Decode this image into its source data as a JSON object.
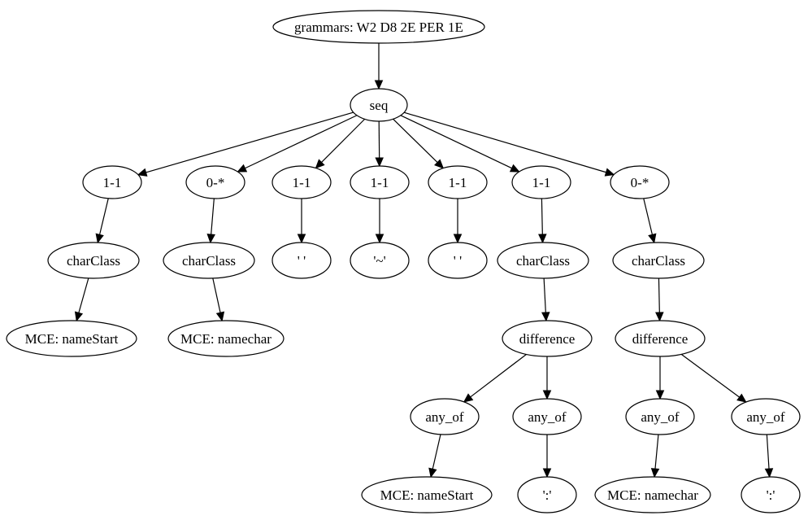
{
  "diagram": {
    "type": "tree",
    "nodes": [
      {
        "id": "root",
        "label": "grammars: W2 D8 2E PER 1E"
      },
      {
        "id": "seq",
        "label": "seq"
      },
      {
        "id": "q1",
        "label": "1-1"
      },
      {
        "id": "q2",
        "label": "0-*"
      },
      {
        "id": "q3",
        "label": "1-1"
      },
      {
        "id": "q4",
        "label": "1-1"
      },
      {
        "id": "q5",
        "label": "1-1"
      },
      {
        "id": "q6",
        "label": "1-1"
      },
      {
        "id": "q7",
        "label": "0-*"
      },
      {
        "id": "cc1",
        "label": "charClass"
      },
      {
        "id": "cc2",
        "label": "charClass"
      },
      {
        "id": "lit3",
        "label": "' '"
      },
      {
        "id": "lit4",
        "label": "'~'"
      },
      {
        "id": "lit5",
        "label": "' '"
      },
      {
        "id": "cc6",
        "label": "charClass"
      },
      {
        "id": "cc7",
        "label": "charClass"
      },
      {
        "id": "mce1",
        "label": "MCE: nameStart"
      },
      {
        "id": "mce2",
        "label": "MCE: namechar"
      },
      {
        "id": "diff6",
        "label": "difference"
      },
      {
        "id": "diff7",
        "label": "difference"
      },
      {
        "id": "any6a",
        "label": "any_of"
      },
      {
        "id": "any6b",
        "label": "any_of"
      },
      {
        "id": "any7a",
        "label": "any_of"
      },
      {
        "id": "any7b",
        "label": "any_of"
      },
      {
        "id": "mce6a",
        "label": "MCE: nameStart"
      },
      {
        "id": "lit6b",
        "label": "':'"
      },
      {
        "id": "mce7a",
        "label": "MCE: namechar"
      },
      {
        "id": "lit7b",
        "label": "':'"
      }
    ],
    "edges": [
      {
        "from": "root",
        "to": "seq"
      },
      {
        "from": "seq",
        "to": "q1"
      },
      {
        "from": "seq",
        "to": "q2"
      },
      {
        "from": "seq",
        "to": "q3"
      },
      {
        "from": "seq",
        "to": "q4"
      },
      {
        "from": "seq",
        "to": "q5"
      },
      {
        "from": "seq",
        "to": "q6"
      },
      {
        "from": "seq",
        "to": "q7"
      },
      {
        "from": "q1",
        "to": "cc1"
      },
      {
        "from": "q2",
        "to": "cc2"
      },
      {
        "from": "q3",
        "to": "lit3"
      },
      {
        "from": "q4",
        "to": "lit4"
      },
      {
        "from": "q5",
        "to": "lit5"
      },
      {
        "from": "q6",
        "to": "cc6"
      },
      {
        "from": "q7",
        "to": "cc7"
      },
      {
        "from": "cc1",
        "to": "mce1"
      },
      {
        "from": "cc2",
        "to": "mce2"
      },
      {
        "from": "cc6",
        "to": "diff6"
      },
      {
        "from": "cc7",
        "to": "diff7"
      },
      {
        "from": "diff6",
        "to": "any6a"
      },
      {
        "from": "diff6",
        "to": "any6b"
      },
      {
        "from": "diff7",
        "to": "any7a"
      },
      {
        "from": "diff7",
        "to": "any7b"
      },
      {
        "from": "any6a",
        "to": "mce6a"
      },
      {
        "from": "any6b",
        "to": "lit6b"
      },
      {
        "from": "any7a",
        "to": "mce7a"
      },
      {
        "from": "any7b",
        "to": "lit7b"
      }
    ]
  }
}
